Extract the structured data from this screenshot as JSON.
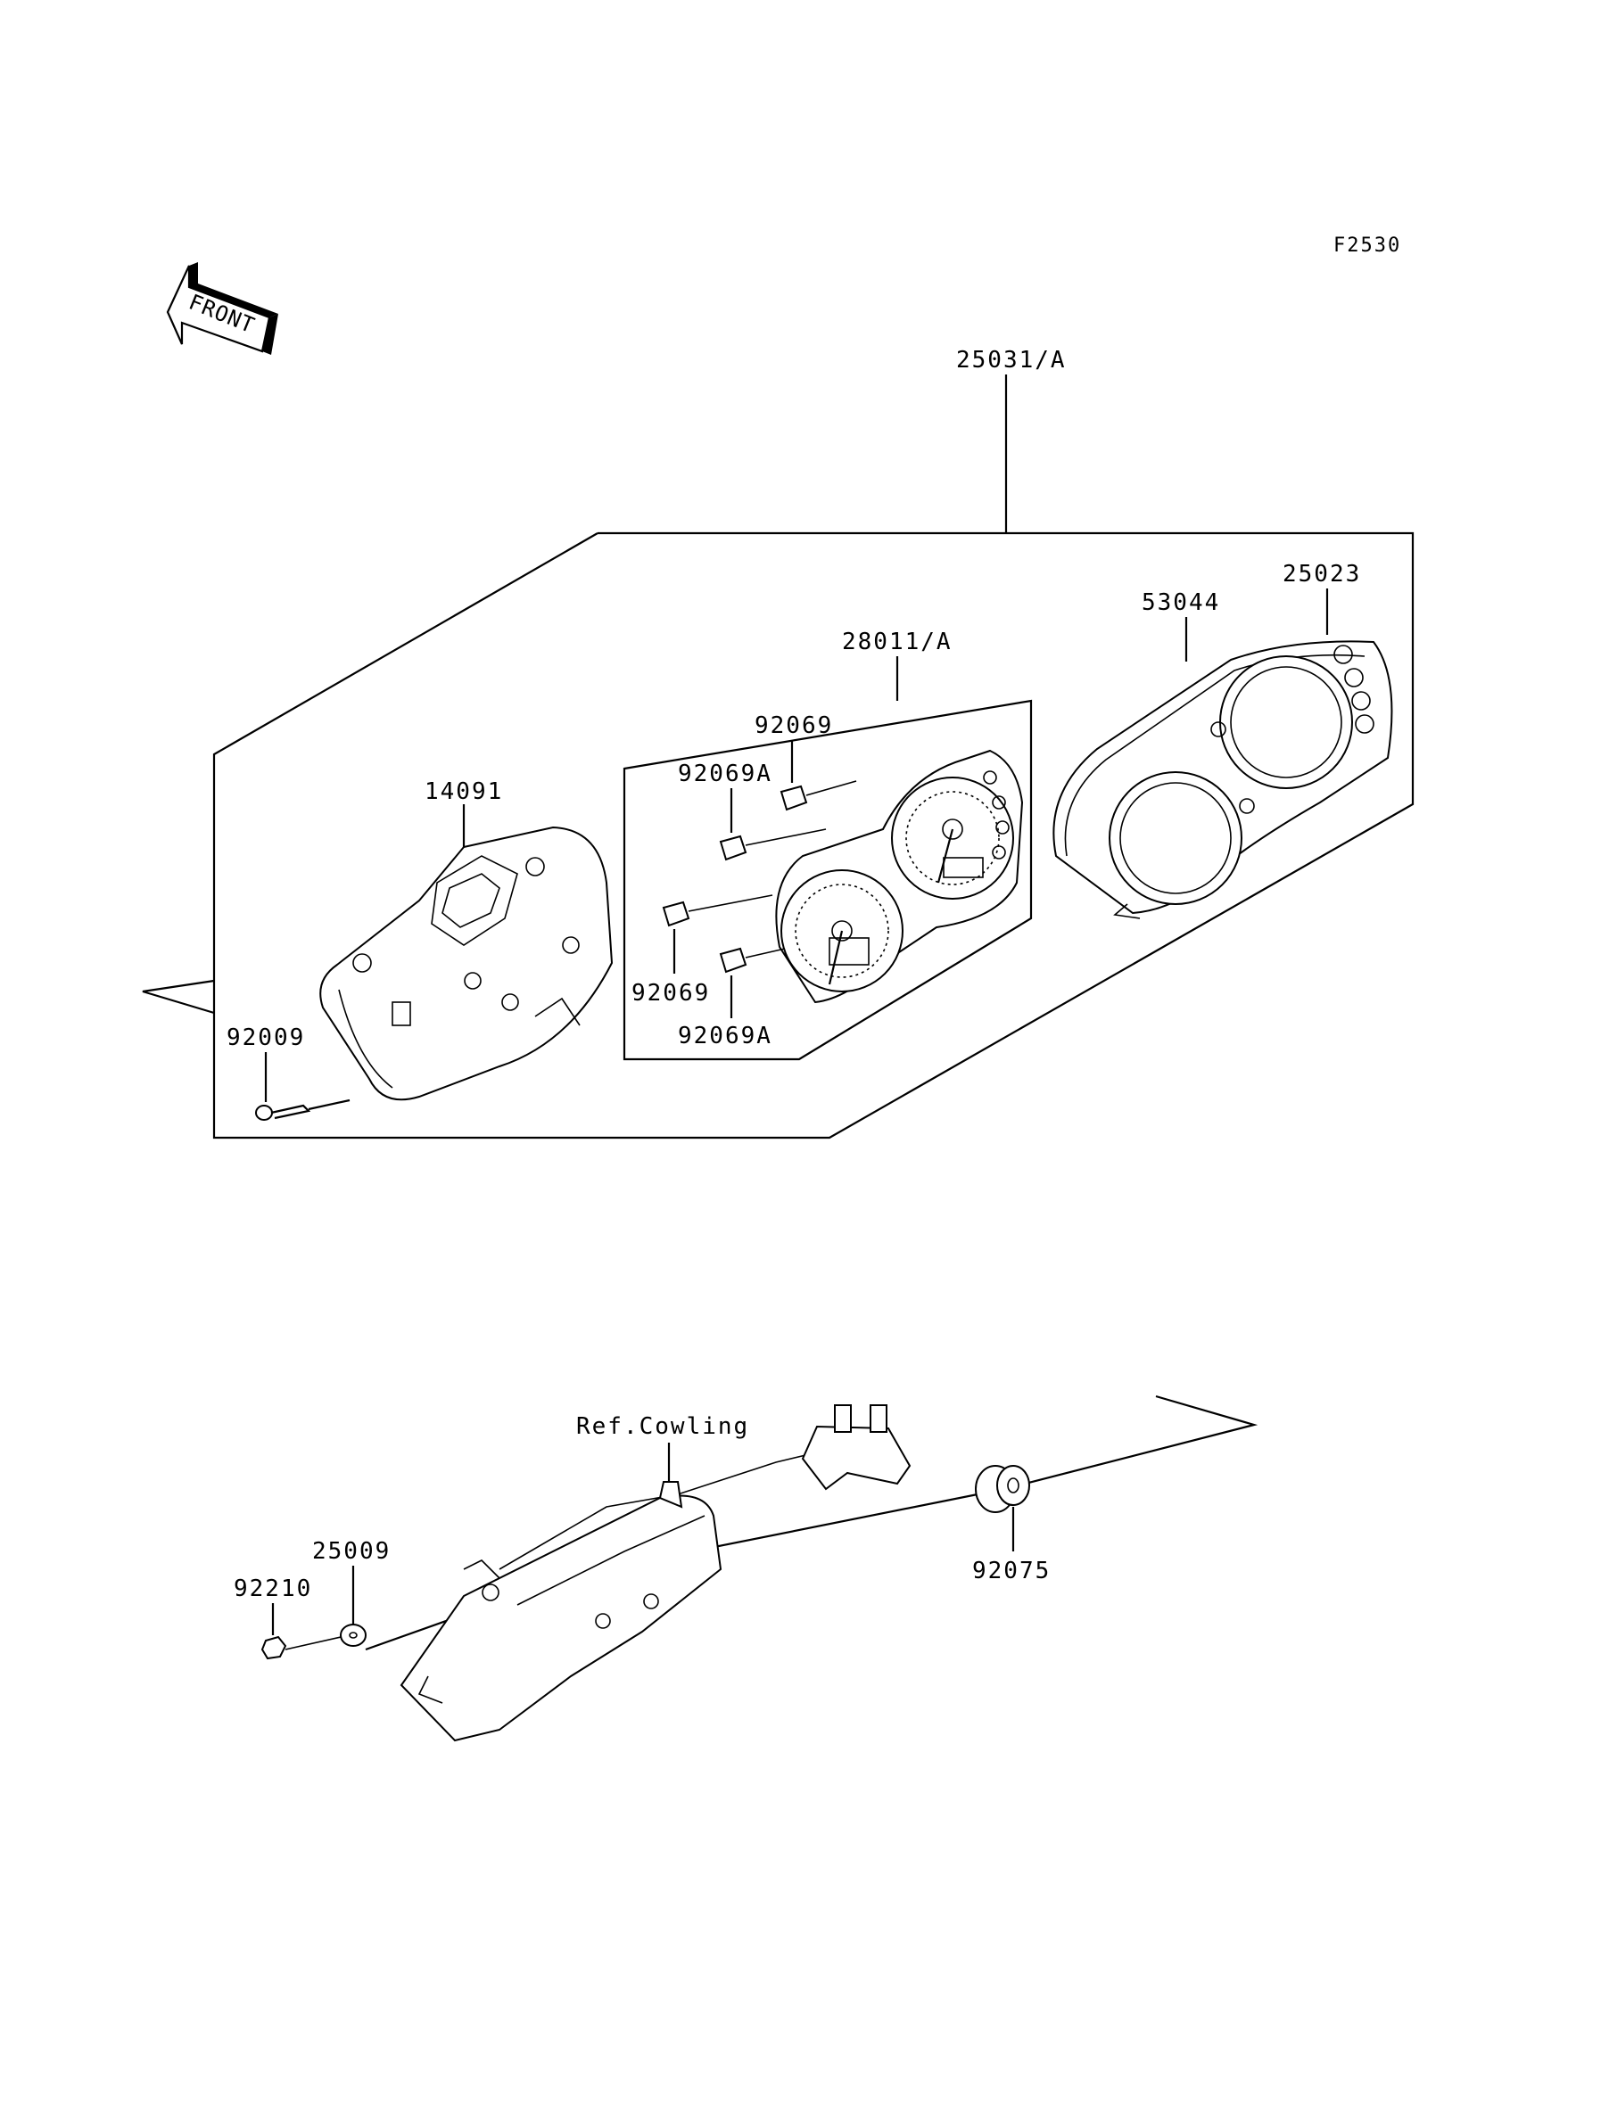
{
  "diagram_code": "F2530",
  "front_arrow_text": "FRONT",
  "assembly": {
    "meter_assy": "25031/A",
    "case_upper": "14091",
    "meter_unit": "28011/A",
    "cover": "53044",
    "lens": "25023",
    "screw": "92009",
    "bolt_a_top": "92069",
    "bolt_b_top": "92069A",
    "bolt_a_bottom": "92069",
    "bolt_b_bottom": "92069A"
  },
  "bracket": {
    "ref_text": "Ref.Cowling",
    "damper": "92075",
    "washer": "25009",
    "nut": "92210"
  }
}
